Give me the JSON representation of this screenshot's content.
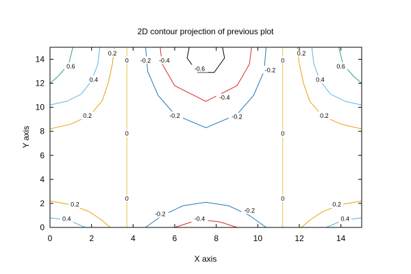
{
  "chart_data": {
    "type": "contour",
    "title": "2D contour projection of previous plot",
    "xlabel": "X axis",
    "ylabel": "Y axis",
    "xlim": [
      0,
      15
    ],
    "ylim": [
      0,
      15
    ],
    "x_ticks": [
      0,
      2,
      4,
      6,
      8,
      10,
      12,
      14
    ],
    "y_ticks": [
      0,
      2,
      4,
      6,
      8,
      10,
      12,
      14
    ],
    "grid": false,
    "level_colors": {
      "0.6": "#2a9d8f",
      "0.4": "#56b4e9",
      "0.2": "#e69f00",
      "0": "#f0c040",
      "-0.2": "#1f77b4",
      "-0.4": "#d62728",
      "-0.6": "#000000"
    },
    "contours": [
      {
        "level": 0.6,
        "points": [
          [
            0,
            12
          ],
          [
            0.4,
            12.6
          ],
          [
            0.9,
            13.6
          ],
          [
            1.1,
            15
          ]
        ]
      },
      {
        "level": 0.6,
        "points": [
          [
            15,
            12
          ],
          [
            14.6,
            12.6
          ],
          [
            14.1,
            13.6
          ],
          [
            13.9,
            15
          ]
        ]
      },
      {
        "level": 0.4,
        "points": [
          [
            0,
            10.2
          ],
          [
            0.8,
            10.5
          ],
          [
            1.5,
            11.1
          ],
          [
            2.0,
            12.2
          ],
          [
            2.3,
            13.6
          ],
          [
            2.4,
            15
          ]
        ]
      },
      {
        "level": 0.4,
        "points": [
          [
            15,
            10.2
          ],
          [
            14.2,
            10.5
          ],
          [
            13.5,
            11.1
          ],
          [
            13.0,
            12.2
          ],
          [
            12.7,
            13.6
          ],
          [
            12.6,
            15
          ]
        ]
      },
      {
        "level": 0.2,
        "points": [
          [
            0,
            8.2
          ],
          [
            1.0,
            8.6
          ],
          [
            1.9,
            9.3
          ],
          [
            2.5,
            10.5
          ],
          [
            2.8,
            12.0
          ],
          [
            3.0,
            13.6
          ],
          [
            3.1,
            15
          ]
        ]
      },
      {
        "level": 0.2,
        "points": [
          [
            15,
            8.2
          ],
          [
            14.0,
            8.6
          ],
          [
            13.1,
            9.3
          ],
          [
            12.5,
            10.5
          ],
          [
            12.2,
            12.0
          ],
          [
            12.0,
            13.6
          ],
          [
            11.9,
            15
          ]
        ]
      },
      {
        "level": 0,
        "points": [
          [
            3.7,
            0
          ],
          [
            3.7,
            15
          ]
        ]
      },
      {
        "level": 0,
        "points": [
          [
            11.2,
            0
          ],
          [
            11.2,
            15
          ]
        ]
      },
      {
        "level": -0.2,
        "points": [
          [
            4.6,
            15
          ],
          [
            4.7,
            13.0
          ],
          [
            5.2,
            11.0
          ],
          [
            6.0,
            9.4
          ],
          [
            7.5,
            8.3
          ],
          [
            9.0,
            9.4
          ],
          [
            9.8,
            11.0
          ],
          [
            10.3,
            13.0
          ],
          [
            10.4,
            15
          ]
        ]
      },
      {
        "level": -0.4,
        "points": [
          [
            5.3,
            15
          ],
          [
            5.4,
            13.6
          ],
          [
            6.0,
            11.8
          ],
          [
            7.5,
            10.5
          ],
          [
            9.0,
            11.8
          ],
          [
            9.6,
            13.6
          ],
          [
            9.7,
            15
          ]
        ]
      },
      {
        "level": -0.6,
        "points": [
          [
            6.7,
            15
          ],
          [
            6.6,
            14.1
          ],
          [
            7.1,
            12.9
          ],
          [
            7.9,
            12.9
          ],
          [
            8.4,
            14.1
          ],
          [
            8.3,
            15
          ]
        ]
      },
      {
        "level": 0.2,
        "points": [
          [
            0,
            2.2
          ],
          [
            1.0,
            1.9
          ],
          [
            1.9,
            1.3
          ],
          [
            2.5,
            0.6
          ],
          [
            2.9,
            0
          ]
        ]
      },
      {
        "level": 0.2,
        "points": [
          [
            15,
            2.2
          ],
          [
            14.0,
            1.9
          ],
          [
            13.1,
            1.3
          ],
          [
            12.5,
            0.6
          ],
          [
            12.1,
            0
          ]
        ]
      },
      {
        "level": 0.4,
        "points": [
          [
            0,
            0.8
          ],
          [
            0.9,
            0.6
          ],
          [
            1.7,
            0
          ]
        ]
      },
      {
        "level": 0.4,
        "points": [
          [
            15,
            0.8
          ],
          [
            14.1,
            0.6
          ],
          [
            13.3,
            0
          ]
        ]
      },
      {
        "level": -0.2,
        "points": [
          [
            4.6,
            0
          ],
          [
            5.4,
            1.0
          ],
          [
            6.4,
            1.8
          ],
          [
            7.5,
            2.1
          ],
          [
            8.6,
            1.8
          ],
          [
            9.6,
            1.0
          ],
          [
            10.4,
            0
          ]
        ]
      },
      {
        "level": -0.4,
        "points": [
          [
            6.0,
            0
          ],
          [
            6.8,
            0.45
          ],
          [
            7.5,
            0.6
          ],
          [
            8.2,
            0.45
          ],
          [
            9.0,
            0
          ]
        ]
      }
    ],
    "contour_labels": [
      {
        "text": "0.6",
        "x": 1.0,
        "y": 13.4
      },
      {
        "text": "0.4",
        "x": 2.1,
        "y": 12.3
      },
      {
        "text": "0.2",
        "x": 3.0,
        "y": 14.5
      },
      {
        "text": "0.2",
        "x": 1.8,
        "y": 9.3
      },
      {
        "text": "0",
        "x": 3.7,
        "y": 13.9
      },
      {
        "text": "0",
        "x": 3.7,
        "y": 7.8
      },
      {
        "text": "0",
        "x": 3.7,
        "y": 2.4
      },
      {
        "text": "-0.2",
        "x": 4.6,
        "y": 13.9
      },
      {
        "text": "-0.4",
        "x": 5.5,
        "y": 13.9
      },
      {
        "text": "-0.6",
        "x": 7.2,
        "y": 13.2
      },
      {
        "text": "-0.4",
        "x": 8.4,
        "y": 10.8
      },
      {
        "text": "-0.2",
        "x": 6.0,
        "y": 9.3
      },
      {
        "text": "-0.2",
        "x": 9.0,
        "y": 9.2
      },
      {
        "text": "-0.2",
        "x": 10.6,
        "y": 13.1
      },
      {
        "text": "0",
        "x": 11.2,
        "y": 13.9
      },
      {
        "text": "0",
        "x": 11.2,
        "y": 7.8
      },
      {
        "text": "0",
        "x": 11.2,
        "y": 2.4
      },
      {
        "text": "0.2",
        "x": 12.1,
        "y": 14.5
      },
      {
        "text": "0.4",
        "x": 13.0,
        "y": 12.3
      },
      {
        "text": "0.6",
        "x": 14.0,
        "y": 13.4
      },
      {
        "text": "0.2",
        "x": 13.2,
        "y": 9.3
      },
      {
        "text": "0.2",
        "x": 1.2,
        "y": 1.9
      },
      {
        "text": "0.4",
        "x": 0.8,
        "y": 0.7
      },
      {
        "text": "-0.2",
        "x": 5.3,
        "y": 1.1
      },
      {
        "text": "-0.4",
        "x": 7.2,
        "y": 0.7
      },
      {
        "text": "-0.2",
        "x": 9.6,
        "y": 1.4
      },
      {
        "text": "0.2",
        "x": 13.8,
        "y": 1.9
      },
      {
        "text": "0.4",
        "x": 14.2,
        "y": 0.7
      }
    ]
  }
}
